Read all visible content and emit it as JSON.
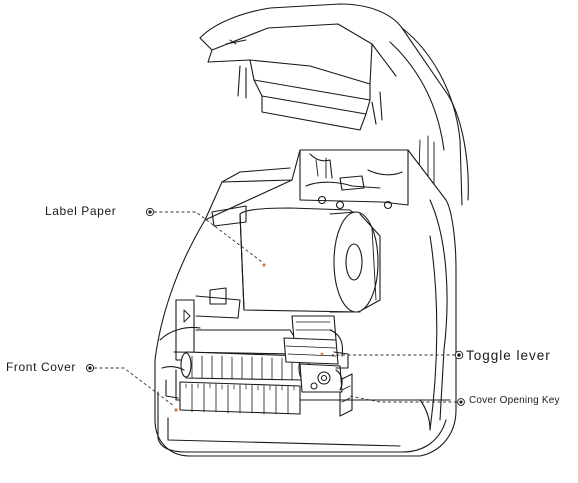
{
  "figure": {
    "subject": "label printer with top cover open",
    "line_color": "#1a1a1a",
    "leader_color": "#333333",
    "accent_color": "#e07a2f"
  },
  "callouts": {
    "label_paper": "Label Paper",
    "front_cover": "Front Cover",
    "toggle_lever": "Toggle lever",
    "cover_opening_key": "Cover Opening Key"
  }
}
